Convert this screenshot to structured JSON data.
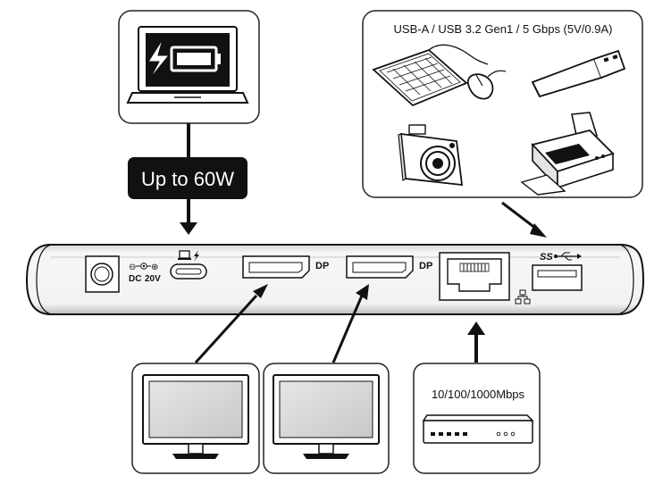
{
  "power": {
    "callout": "Up to 60W"
  },
  "usb_a": {
    "spec": "USB-A / USB 3.2 Gen1 / 5 Gbps (5V/0.9A)"
  },
  "dock": {
    "dc_label": "DC",
    "dc_voltage": "20V",
    "dp1_label": "DP",
    "dp2_label": "DP",
    "usb_logo": "SS"
  },
  "ethernet": {
    "speed": "10/100/1000Mbps"
  },
  "icons": [
    "laptop-icon",
    "battery-charging-icon",
    "keyboard-icon",
    "mouse-icon",
    "usb-flash-drive-icon",
    "camera-icon",
    "printer-icon",
    "monitor-icon",
    "network-switch-icon",
    "lan-icon",
    "usb-icon"
  ]
}
